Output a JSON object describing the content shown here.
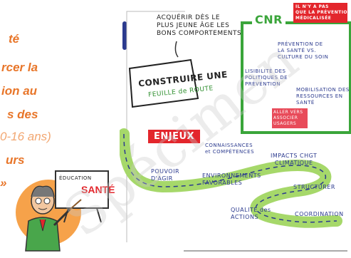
{
  "left_panel": {
    "lines": [
      "té",
      "rcer la",
      "ion au",
      "s des",
      "0-16 ans)",
      "urs",
      "»"
    ],
    "figure_board_text": "ÉDUCATION",
    "figure_board_title": "SANTÉ"
  },
  "sketch": {
    "acquerir": "ACQUÉRIR DÈS LE\nPLUS JEUNE ÂGE LES\nBONS COMPORTEMENTS",
    "construire_title": "CONSTRUIRE UNE",
    "construire_sub": "FEUILLE de ROUTE",
    "cnr_title": "CNR",
    "cnr_note": "IL N'Y A PAS\nQUE LA PRÉVENTION\nMÉDICALISÉE",
    "prevention_culture": "PRÉVENTION DE\nLA SANTÉ VS.\nCULTURE DU SOIN",
    "lisibilite": "LISIBILITÉ DES\nPOLITIQUES DE\nPRÉVENTION",
    "mobilisation": "MOBILISATION DES\nRESSOURCES EN\nSANTÉ",
    "aller_vers": "ALLER VERS\nASSOCIER\nUSAGERS",
    "enjeux": "ENJEUX",
    "connaissances": "CONNAISSANCES\net COMPÉTENCES",
    "impacts": "IMPACTS CHGT\nCLIMATIQUE",
    "pouvoir": "POUVOIR\nD'AGIR",
    "environnements": "ENVIRONNEMENTS\nFAVORABLES",
    "structurer": "STRUCTURER",
    "qualite": "QUALITÉ des\nACTIONS",
    "coordination": "COORDINATION"
  },
  "watermark_text": "Spécimen",
  "colors": {
    "orange": "#e8762a",
    "green": "#3aa53a",
    "red": "#e3262c",
    "blue": "#2b3a8e"
  }
}
